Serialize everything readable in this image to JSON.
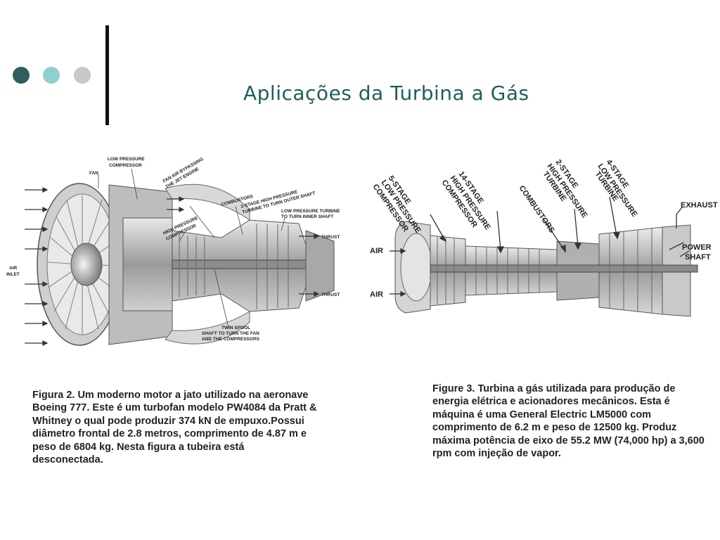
{
  "slide": {
    "title": "Aplicações da Turbina a Gás",
    "colors": {
      "dot1": "#2d5f5d",
      "dot2": "#8ecfd0",
      "dot3": "#c8c8c8",
      "title": "#1f5e5a"
    }
  },
  "figure2": {
    "labels": {
      "fan": "FAN",
      "low_pressure_compressor": [
        "LOW PRESSURE",
        "COMPRESSOR"
      ],
      "fan_air_bypassing": [
        "FAN AIR BYPASSING",
        "THE JET ENGINE"
      ],
      "combustors": "COMBUSTORS",
      "two_stage_hp_turbine": [
        "2-STAGE HIGH PRESSURE",
        "TURBINE TO TURN OUTER SHAFT"
      ],
      "low_pressure_turbine": [
        "LOW PRESSURE TURBINE",
        "TO TURN INNER SHAFT"
      ],
      "high_pressure_compressor": [
        "HIGH PRESSURE",
        "COMPRESSOR"
      ],
      "thrust_upper": "THRUST",
      "thrust_lower": "THRUST",
      "air_inlet": [
        "AIR",
        "INLET"
      ],
      "twin_spool": [
        "TWIN SPOOL",
        "SHAFT TO TURN THE FAN",
        "AND THE COMPRESSORS"
      ]
    },
    "caption": "Figura 2. Um moderno motor a jato utilizado na aeronave Boeing 777. Este é um turbofan modelo PW4084 da Pratt & Whitney o qual pode produzir 374 kN de empuxo.Possui diâmetro frontal de 2.8 metros, comprimento de 4.87 m e peso de 6804 kg. Nesta figura a tubeira está desconectada."
  },
  "figure3": {
    "labels": {
      "five_stage_lpc": [
        "5-STAGE",
        "LOW PRESSURE",
        "COMPRESSOR"
      ],
      "fourteen_stage_hpc": [
        "14-STAGE",
        "HIGH PRESSURE",
        "COMPRESSOR"
      ],
      "combustors": "COMBUSTORS",
      "two_stage_hpt": [
        "2-STAGE",
        "HIGH PRESSURE",
        "TURBINE"
      ],
      "four_stage_lpt": [
        "4-STAGE",
        "LOW PRESSURE",
        "TURBINE"
      ],
      "exhaust": "EXHAUST",
      "power_shaft": [
        "POWER",
        "SHAFT"
      ],
      "air_upper": "AIR",
      "air_lower": "AIR"
    },
    "caption": "Figure 3. Turbina a gás utilizada para produção de energia elétrica e acionadores mecânicos. Esta é máquina é uma General Electric LM5000 com comprimento de 6.2 m e peso de 12500 kg. Produz máxima potência de eixo de 55.2 MW (74,000 hp) a 3,600 rpm com injeção de vapor."
  }
}
